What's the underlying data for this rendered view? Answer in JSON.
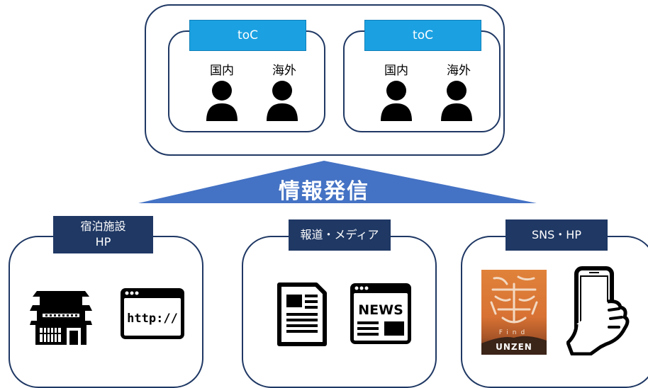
{
  "audience": {
    "groups": [
      {
        "tag": "toC",
        "domestic": "国内",
        "overseas": "海外"
      },
      {
        "tag": "toC",
        "domestic": "国内",
        "overseas": "海外"
      }
    ]
  },
  "banner": {
    "text": "情報発信"
  },
  "channels": [
    {
      "line1": "宿泊施設",
      "line2": "HP",
      "icons": [
        "traditional-inn-icon",
        "http-browser-icon"
      ]
    },
    {
      "line1": "報道・メディア",
      "icons": [
        "document-icon",
        "news-browser-icon"
      ]
    },
    {
      "line1": "SNS・HP",
      "icons": [
        "find-unzen-logo",
        "smartphone-hand-icon"
      ]
    }
  ],
  "colors": {
    "navy": "#1f3864",
    "blue": "#1ba1e2",
    "banner": "#4472c4"
  }
}
